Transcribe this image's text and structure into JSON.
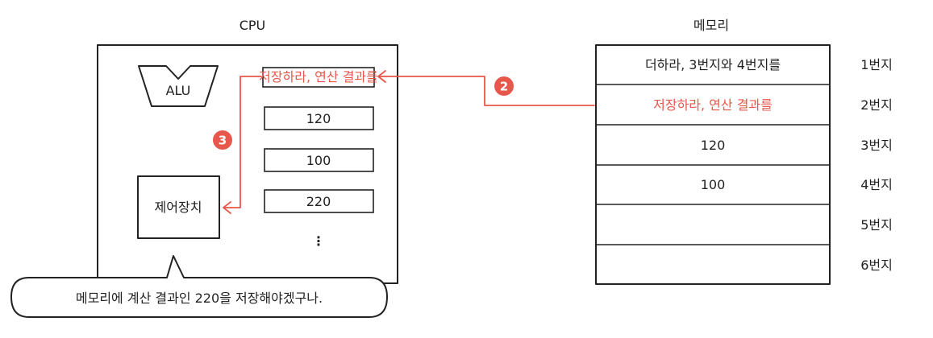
{
  "cpu": {
    "title": "CPU",
    "alu_label": "ALU",
    "control_unit_label": "제어장치",
    "registers": [
      "저장하라, 연산 결과를",
      "120",
      "100",
      "220"
    ],
    "more_indicator": "⋮"
  },
  "memory": {
    "title": "메모리",
    "cells": [
      {
        "content": "더하라, 3번지와 4번지를",
        "address": "1번지"
      },
      {
        "content": "저장하라, 연산 결과를",
        "address": "2번지"
      },
      {
        "content": "120",
        "address": "3번지"
      },
      {
        "content": "100",
        "address": "4번지"
      },
      {
        "content": "",
        "address": "5번지"
      },
      {
        "content": "",
        "address": "6번지"
      }
    ]
  },
  "steps": {
    "fetch": "2",
    "decode": "3"
  },
  "speech_bubble": "메모리에 계산 결과인 220을 저장해야겠구나.",
  "colors": {
    "ink": "#222222",
    "accent": "#e8574b",
    "background": "#ffffff"
  }
}
